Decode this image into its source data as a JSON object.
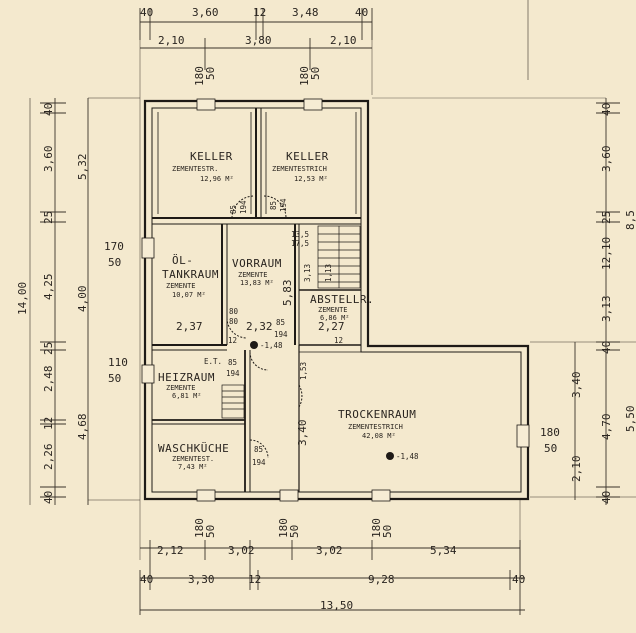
{
  "top_dims_row1": [
    "40",
    "3,60",
    "12",
    "3,48",
    "40"
  ],
  "top_dims_row2": [
    "2,10",
    "3,80",
    "2,10"
  ],
  "window_marks_top": [
    "180",
    "50",
    "180",
    "50"
  ],
  "left_dims_col1": [
    "40",
    "3,60",
    "25",
    "4,25",
    "25",
    "2,48",
    "12",
    "2,26",
    "40"
  ],
  "left_dims_col2": [
    "5,32",
    "4,00",
    "4,68"
  ],
  "left_total": "14,00",
  "left_window_marks": [
    "170",
    "50",
    "110",
    "50"
  ],
  "right_dims": [
    "40",
    "3,60",
    "25",
    "12,10",
    "8,5",
    "3,13",
    "40",
    "3,40",
    "4,70",
    "5,50",
    "2,10",
    "40"
  ],
  "right_window_marks": [
    "180",
    "50"
  ],
  "bottom_window_marks": [
    "180",
    "50",
    "180",
    "50",
    "180",
    "50"
  ],
  "bottom_dims_row1": [
    "2,12",
    "3,02",
    "3,02",
    "5,34"
  ],
  "bottom_dims_row2": [
    "40",
    "3,30",
    "12",
    "9,28",
    "40"
  ],
  "bottom_total": "13,50",
  "rooms": {
    "keller1": {
      "name": "KELLER",
      "floor": "ZEMENTESTR.",
      "area": "12,96 M²"
    },
    "keller2": {
      "name": "KELLER",
      "floor": "ZEMENTESTRICH",
      "area": "12,53 M²"
    },
    "oeltank": {
      "name1": "ÖL-",
      "name2": "TANKRAUM",
      "floor": "ZEMENTE",
      "area": "10,07 M²",
      "dim": "2,37"
    },
    "vorraum": {
      "name": "VORRAUM",
      "floor": "ZEMENTE",
      "area": "13,83 M²",
      "dim": "5,83",
      "dim2": "2,32"
    },
    "abstell": {
      "name": "ABSTELLR.",
      "floor": "ZEMENTE",
      "area": "6,86 M²",
      "dim": "2,27"
    },
    "heizraum": {
      "name": "HEIZRAUM",
      "floor": "ZEMENTE",
      "area": "6,81 M²"
    },
    "waschkueche": {
      "name": "WASCHKÜCHE",
      "floor": "ZEMENTEST.",
      "area": "7,43 M²"
    },
    "trockenraum": {
      "name": "TROCKENRAUM",
      "floor": "ZEMENTESTRICH",
      "area": "42,08 M²",
      "dim": "3,40"
    }
  },
  "door_marks": [
    "85",
    "194",
    "85",
    "194",
    "80",
    "80",
    "85",
    "194",
    "85",
    "194",
    "85",
    "194"
  ],
  "stair_marks": [
    "13,5",
    "17,5",
    "1,13",
    "3,13",
    "1,53",
    "12",
    "12",
    "E.T."
  ],
  "level_marks": [
    "-1,48",
    "-1,48"
  ]
}
